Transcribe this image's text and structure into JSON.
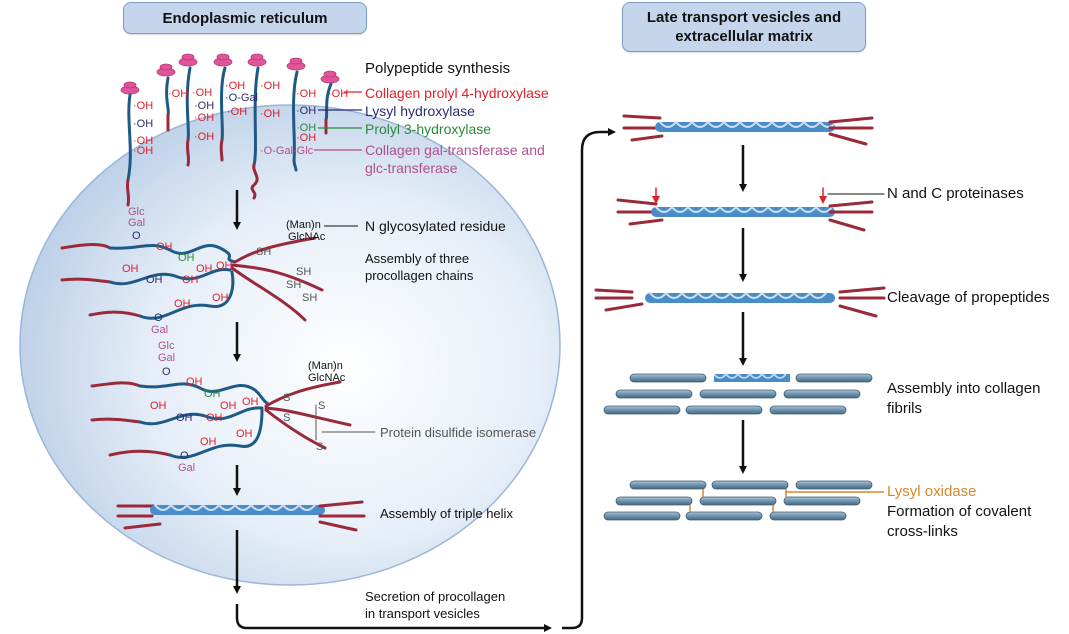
{
  "headers": {
    "er": "Endoplasmic reticulum",
    "late_line1": "Late transport vesicles and",
    "late_line2": "extracellular matrix"
  },
  "er_steps": {
    "polypeptide_synthesis": "Polypeptide synthesis",
    "enzymes": [
      {
        "label": "Collagen prolyl 4-hydroxylase",
        "color": "#e0202a"
      },
      {
        "label": "Lysyl hydroxylase",
        "color": "#2c2a6e"
      },
      {
        "label": "Prolyl 3-hydroxylase",
        "color": "#2a8a3a"
      },
      {
        "label": "Collagen gal-transferase and",
        "color": "#b0508e"
      },
      {
        "label": "glc-transferase",
        "color": "#b0508e"
      }
    ],
    "n_glycosylated": "N glycosylated residue",
    "assembly_chains_1": "Assembly of three",
    "assembly_chains_2": "procollagen chains",
    "pdi": "Protein disulfide isomerase",
    "triple_helix": "Assembly of triple helix",
    "secretion_1": "Secretion of procollagen",
    "secretion_2": "in transport vesicles"
  },
  "chain_labels": {
    "oh": "OH",
    "dot_oh": "·OH",
    "o_gal": "·O-Gal",
    "o_gal_glc": "·O-Gal-Glc",
    "glc": "Glc",
    "gal": "Gal",
    "o": "O",
    "man_n": "(Man)n",
    "glcnac": "GlcNAc",
    "sh": "SH",
    "s": "S"
  },
  "ecm_steps": {
    "proteinases": "N and C proteinases",
    "cleavage": "Cleavage of propeptides",
    "fibrils_1": "Assembly into collagen",
    "fibrils_2": "fibrils",
    "lysyl_oxidase": "Lysyl oxidase",
    "crosslinks_1": "Formation of covalent",
    "crosslinks_2": "cross-links"
  },
  "colors": {
    "cell": "#c9d9ee",
    "chain_blue": "#1f5a86",
    "propeptide_red": "#9a2a3a",
    "ribosome": "#e0559a",
    "helix": "#4a8cc8",
    "fibril": "#6f93ad",
    "oh_red": "#e0202a",
    "lysyl_oxidase": "#d9852a"
  }
}
